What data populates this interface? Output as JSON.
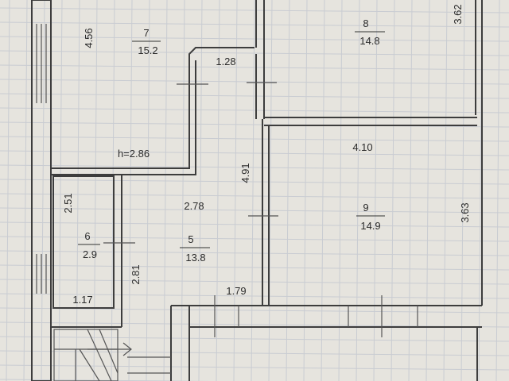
{
  "rooms": [
    {
      "id": "7",
      "area": "15.2"
    },
    {
      "id": "8",
      "area": "14.8"
    },
    {
      "id": "9",
      "area": "14.9"
    },
    {
      "id": "6",
      "area": "2.9"
    },
    {
      "id": "5",
      "area": "13.8"
    }
  ],
  "dimensions": [
    "4.56",
    "1.28",
    "3.62",
    "h=2.86",
    "4.91",
    "4.10",
    "2.51",
    "2.78",
    "3.63",
    "2.81",
    "1.17",
    "1.79"
  ],
  "colors": {
    "paper": "#e6e4de",
    "grid": "#c9ccd2",
    "wall": "#3d3d3d",
    "ink": "#2b2b2b"
  }
}
